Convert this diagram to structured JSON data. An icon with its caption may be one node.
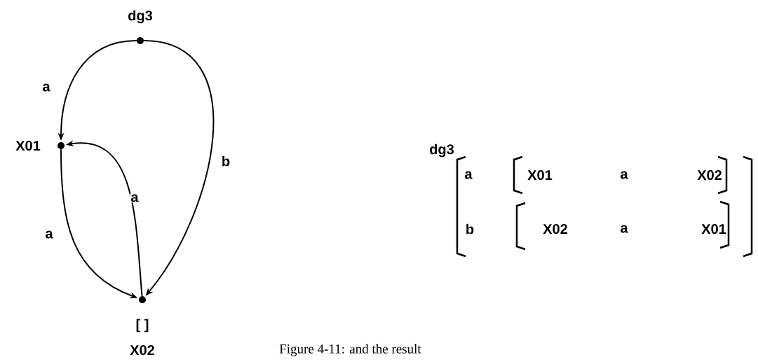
{
  "diagram": {
    "caption": "Figure 4-11: and the result",
    "nodes": [
      {
        "text": [
          "dg3"
        ]
      },
      {
        "text": [
          "X01"
        ]
      },
      {
        "text": [
          "[ ]",
          "X02"
        ]
      }
    ],
    "edges": [
      {
        "from": 0,
        "to": 1,
        "arrow": "to",
        "label": "a"
      },
      {
        "from": 1,
        "to": 2,
        "arrow": "to",
        "label": "a"
      },
      {
        "from": 2,
        "to": 1,
        "arrow": "to",
        "label": "a"
      },
      {
        "from": 0,
        "to": 2,
        "arrow": "to",
        "label": "b"
      }
    ],
    "labels": [
      "dg3",
      "a",
      "X01",
      "a",
      "X02",
      "b",
      "X02",
      "a",
      "X01"
    ]
  }
}
